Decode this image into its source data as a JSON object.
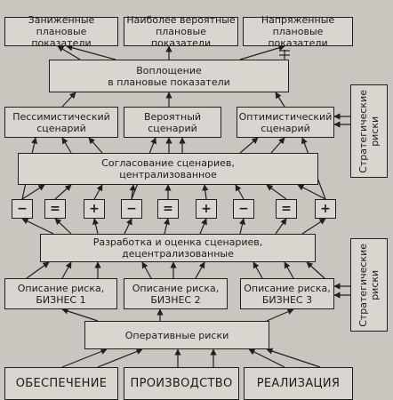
{
  "outputs": {
    "understated": "Заниженные\nплановые показатели",
    "most_probable": "Наиболее вероятные\nплановые показатели",
    "stressed": "Напряженные\nплановые показатели"
  },
  "embodiment": "Воплощение\nв плановые показатели",
  "scenarios": {
    "pessimistic": "Пессимистический\nсценарий",
    "probable": "Вероятный\nсценарий",
    "optimistic": "Оптимистический\nсценарий"
  },
  "coordination": "Согласование сценариев,\nцентрализованное",
  "signs": [
    "−",
    "=",
    "+",
    "−",
    "=",
    "+",
    "−",
    "=",
    "+"
  ],
  "development": "Разработка и оценка сценариев,\nдецентрализованные",
  "risk_descriptions": {
    "business1": "Описание риска,\nБИЗНЕС 1",
    "business2": "Описание риска,\nБИЗНЕС 2",
    "business3": "Описание риска,\nБИЗНЕС 3"
  },
  "operational_risks": "Оперативные риски",
  "functions": {
    "supply": "ОБЕСПЕЧЕНИЕ",
    "production": "ПРОИЗВОДСТВО",
    "sales": "РЕАЛИЗАЦИЯ"
  },
  "strategic_risks_top": "Стратегические\nриски",
  "strategic_risks_bottom": "Стратегические\nриски",
  "colors": {
    "line": "#202020",
    "box_fill": "#d9d6d0",
    "background": "#c9c5bf"
  }
}
